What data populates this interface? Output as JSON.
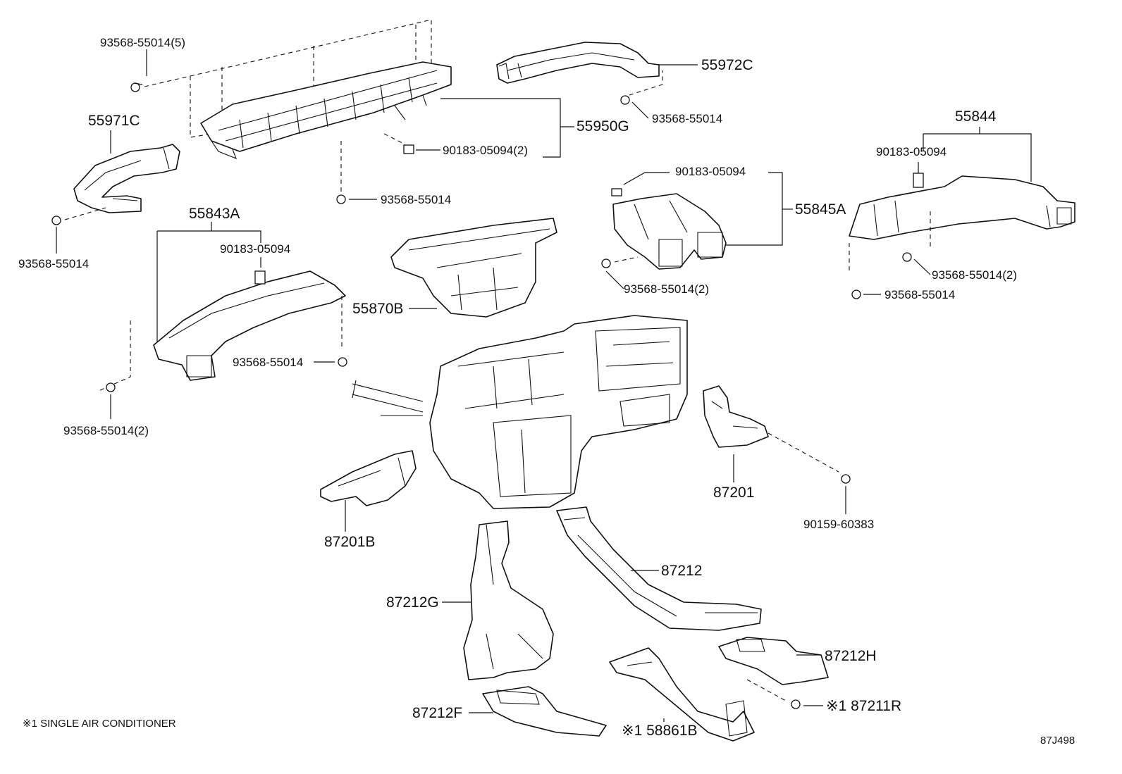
{
  "labels": {
    "p_93568_55014_5": "93568-55014(5)",
    "p_55971C": "55971C",
    "p_93568_55014_a": "93568-55014",
    "p_55950G": "55950G",
    "p_90183_05094_2": "90183-05094(2)",
    "p_93568_55014_b": "93568-55014",
    "p_55972C": "55972C",
    "p_93568_55014_c": "93568-55014",
    "p_55844": "55844",
    "p_90183_05094_a": "90183-05094",
    "p_90183_05094_b": "90183-05094",
    "p_55845A": "55845A",
    "p_93568_55014_2a": "93568-55014(2)",
    "p_93568_55014_2b": "93568-55014(2)",
    "p_93568_55014_d": "93568-55014",
    "p_55843A": "55843A",
    "p_90183_05094_c": "90183-05094",
    "p_55870B": "55870B",
    "p_93568_55014_e": "93568-55014",
    "p_93568_55014_2c": "93568-55014(2)",
    "p_87201": "87201",
    "p_90159_60383": "90159-60383",
    "p_87201B": "87201B",
    "p_87212": "87212",
    "p_87212G": "87212G",
    "p_87212H": "87212H",
    "p_87212F": "87212F",
    "p_87211R": "※1 87211R",
    "p_58861B": "※1 58861B"
  },
  "footnote": "※1 SINGLE AIR CONDITIONER",
  "diagram_code": "87J498"
}
